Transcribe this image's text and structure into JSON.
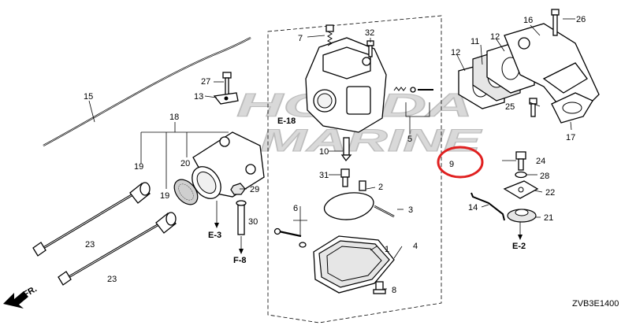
{
  "watermark": {
    "line1": "HONDA",
    "line2": "MARINE"
  },
  "callouts": {
    "p1": "1",
    "p2": "2",
    "p3": "3",
    "p4": "4",
    "p5": "5",
    "p6": "6",
    "p7": "7",
    "p8": "8",
    "p9": "9",
    "p10": "10",
    "p11": "11",
    "p12a": "12",
    "p12b": "12",
    "p13": "13",
    "p14": "14",
    "p15": "15",
    "p16": "16",
    "p17": "17",
    "p18": "18",
    "p19a": "19",
    "p19b": "19",
    "p20": "20",
    "p21": "21",
    "p22": "22",
    "p23a": "23",
    "p23b": "23",
    "p24": "24",
    "p25": "25",
    "p26": "26",
    "p27": "27",
    "p28": "28",
    "p29": "29",
    "p30": "30",
    "p31": "31",
    "p32": "32"
  },
  "refs": {
    "e18": "E-18",
    "e3": "E-3",
    "f8": "F-8",
    "e2": "E-2"
  },
  "direction": "FR.",
  "diagram_code": "ZVB3E1400",
  "highlight": {
    "color": "#e02020",
    "part": "9"
  }
}
